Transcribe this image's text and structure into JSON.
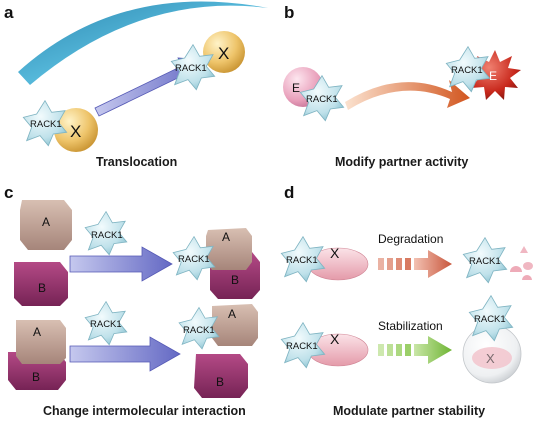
{
  "panels": {
    "a": {
      "letter": "a",
      "caption": "Translocation",
      "rack1": "RACK1",
      "partner": "X"
    },
    "b": {
      "letter": "b",
      "caption": "Modify partner activity",
      "rack1": "RACK1",
      "partner": "E"
    },
    "c": {
      "letter": "c",
      "caption": "Change intermolecular interaction",
      "rack1": "RACK1",
      "protein_a": "A",
      "protein_b": "B"
    },
    "d": {
      "letter": "d",
      "caption": "Modulate partner stability",
      "rack1": "RACK1",
      "partner": "X",
      "degradation_label": "Degradation",
      "stabilization_label": "Stabilization"
    }
  }
}
